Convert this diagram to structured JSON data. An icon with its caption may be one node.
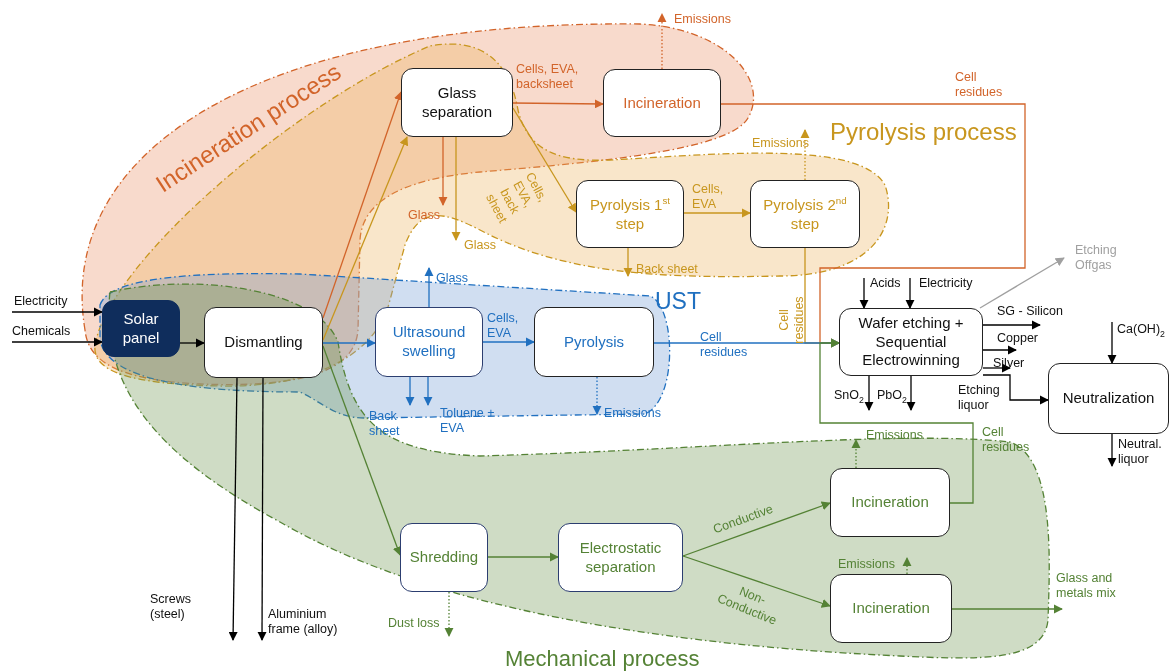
{
  "diagram": {
    "nodes": [
      {
        "text": [
          "Solar panel"
        ]
      },
      {
        "text": [
          "Dismantling"
        ]
      },
      {
        "text": [
          "Glass separation"
        ]
      },
      {
        "text": [
          "Incineration"
        ]
      },
      {
        "text": [
          "Pyrolysis 1$^{st}$ step"
        ]
      },
      {
        "text": [
          "Pyrolysis 2$^{nd}$ step"
        ]
      },
      {
        "text": [
          "Ultrasound swelling"
        ]
      },
      {
        "text": [
          "Pyrolysis"
        ]
      },
      {
        "text": [
          "Wafer etching + Sequential Electrowinning"
        ]
      },
      {
        "text": [
          "Neutralization"
        ]
      },
      {
        "text": [
          "Shredding"
        ]
      },
      {
        "text": [
          "Electrostatic separation"
        ]
      },
      {
        "text": [
          "Incineration"
        ]
      },
      {
        "text": [
          "Incineration"
        ]
      }
    ],
    "edges": [
      {
        "from": null,
        "to": 0,
        "arrow": "to",
        "label": "Electricity"
      },
      {
        "from": null,
        "to": 0,
        "arrow": "to",
        "label": "Chemicals"
      },
      {
        "from": 0,
        "to": 1,
        "arrow": "to"
      },
      {
        "from": 1,
        "to": null,
        "arrow": "to",
        "label": "Screws (steel)"
      },
      {
        "from": 1,
        "to": null,
        "arrow": "to",
        "label": "Aluminium frame (alloy)"
      },
      {
        "from": 1,
        "to": 2,
        "arrow": "to",
        "color": "#d2642a"
      },
      {
        "from": 1,
        "to": 2,
        "arrow": "to",
        "color": "#c8961e"
      },
      {
        "from": 1,
        "to": 6,
        "arrow": "to",
        "color": "#2070c0"
      },
      {
        "from": 1,
        "to": 10,
        "arrow": "to",
        "color": "#548235"
      },
      {
        "from": 2,
        "to": 3,
        "arrow": "to",
        "label": "Cells, EVA, backsheet",
        "color": "#d2642a"
      },
      {
        "from": 2,
        "to": null,
        "arrow": "to",
        "label": "Glass",
        "color": "#d2642a"
      },
      {
        "from": 2,
        "to": null,
        "arrow": "to",
        "label": "Glass",
        "color": "#c8961e"
      },
      {
        "from": 2,
        "to": 4,
        "arrow": "to",
        "label": "Cells, EVA, back sheet",
        "color": "#c8961e"
      },
      {
        "from": 3,
        "to": null,
        "arrow": "to",
        "label": "Emissions",
        "style": "dashed",
        "color": "#d2642a"
      },
      {
        "from": 3,
        "to": 8,
        "arrow": "to",
        "label": "Cell residues",
        "color": "#d2642a"
      },
      {
        "from": 4,
        "to": 5,
        "arrow": "to",
        "label": "Cells, EVA",
        "color": "#c8961e"
      },
      {
        "from": 4,
        "to": null,
        "arrow": "to",
        "label": "Back sheet",
        "color": "#c8961e"
      },
      {
        "from": 5,
        "to": null,
        "arrow": "to",
        "label": "Emissions",
        "style": "dashed",
        "color": "#c8961e"
      },
      {
        "from": 5,
        "to": 8,
        "arrow": "to",
        "label": "Cell residues",
        "color": "#c8961e"
      },
      {
        "from": 6,
        "to": null,
        "arrow": "to",
        "label": "Glass",
        "color": "#2070c0"
      },
      {
        "from": 6,
        "to": 7,
        "arrow": "to",
        "label": "Cells, EVA",
        "color": "#2070c0"
      },
      {
        "from": 6,
        "to": null,
        "arrow": "to",
        "label": "Back sheet",
        "color": "#2070c0"
      },
      {
        "from": 6,
        "to": null,
        "arrow": "to",
        "label": "Toluene + EVA",
        "color": "#2070c0"
      },
      {
        "from": 7,
        "to": null,
        "arrow": "to",
        "label": "Emissions",
        "style": "dashed",
        "color": "#2070c0"
      },
      {
        "from": 7,
        "to": 8,
        "arrow": "to",
        "label": "Cell residues",
        "color": "#2070c0"
      },
      {
        "from": null,
        "to": 8,
        "arrow": "to",
        "label": "Acids"
      },
      {
        "from": null,
        "to": 8,
        "arrow": "to",
        "label": "Electricity"
      },
      {
        "from": 8,
        "to": null,
        "arrow": "to",
        "label": "Etching Offgas",
        "color": "#a0a0a0"
      },
      {
        "from": 8,
        "to": null,
        "arrow": "to",
        "label": "SG - Silicon"
      },
      {
        "from": 8,
        "to": null,
        "arrow": "to",
        "label": "Copper"
      },
      {
        "from": 8,
        "to": null,
        "arrow": "to",
        "label": "Silver"
      },
      {
        "from": 8,
        "to": null,
        "arrow": "to",
        "label": "SnO$_{2}$"
      },
      {
        "from": 8,
        "to": null,
        "arrow": "to",
        "label": "PbO$_{2}$"
      },
      {
        "from": 8,
        "to": 9,
        "arrow": "to",
        "label": "Etching liquor"
      },
      {
        "from": null,
        "to": 9,
        "arrow": "to",
        "label": "Ca(OH)$_{2}$"
      },
      {
        "from": 9,
        "to": null,
        "arrow": "to",
        "label": "Neutral. liquor"
      },
      {
        "from": 10,
        "to": 11,
        "arrow": "to",
        "color": "#548235"
      },
      {
        "from": 10,
        "to": null,
        "arrow": "to",
        "label": "Dust loss",
        "style": "dashed",
        "color": "#548235"
      },
      {
        "from": 11,
        "to": 12,
        "arrow": "to",
        "label": "Conductive",
        "color": "#548235"
      },
      {
        "from": 11,
        "to": 13,
        "arrow": "to",
        "label": "Non- Conductive",
        "color": "#548235"
      },
      {
        "from": 12,
        "to": null,
        "arrow": "to",
        "label": "Emissions",
        "style": "dashed",
        "color": "#548235"
      },
      {
        "from": 12,
        "to": 8,
        "arrow": "to",
        "label": "Cell residues",
        "color": "#548235"
      },
      {
        "from": 13,
        "to": null,
        "arrow": "to",
        "label": "Emissions",
        "style": "dashed",
        "color": "#548235"
      },
      {
        "from": 13,
        "to": null,
        "arrow": "to",
        "label": "Glass and metals mix",
        "color": "#548235"
      }
    ],
    "labels": [
      "Incineration process",
      "Pyrolysis process",
      "UST",
      "Mechanical process"
    ]
  }
}
